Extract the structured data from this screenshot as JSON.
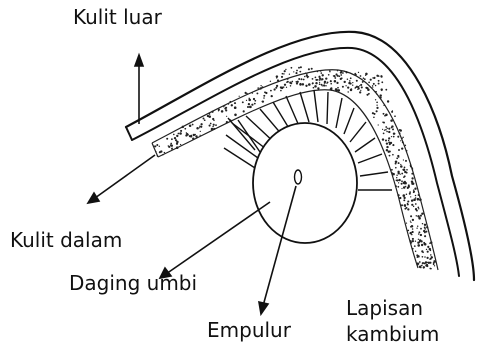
{
  "labels": {
    "kulit_luar": "Kulit luar",
    "kulit_dalam": "Kulit dalam",
    "daging_umbi": "Daging umbi",
    "empulur": "Empulur",
    "lapisan_kambium_line1": "Lapisan",
    "lapisan_kambium_line2": "kambium"
  },
  "colors": {
    "ink": "#111111",
    "stipple": "#222222",
    "background": "#ffffff"
  }
}
